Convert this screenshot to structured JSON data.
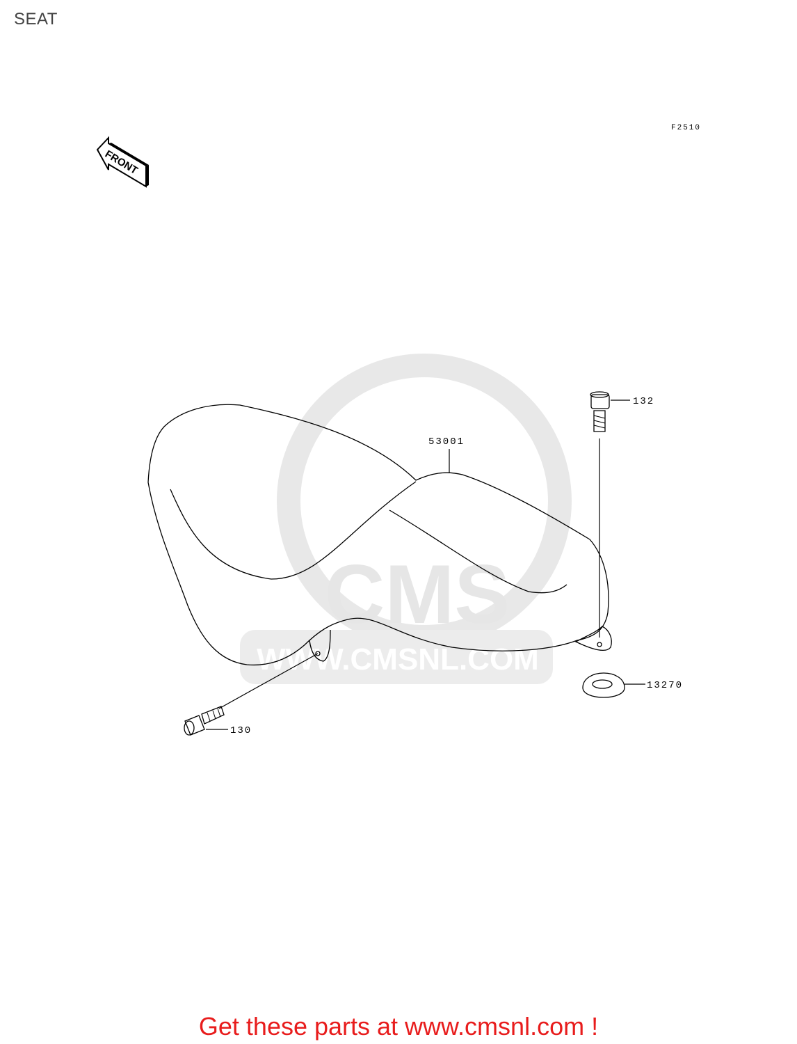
{
  "page": {
    "title": "SEAT"
  },
  "diagram": {
    "code": "F2510",
    "front_label": "FRONT",
    "parts": [
      {
        "id": "seat",
        "number": "53001"
      },
      {
        "id": "bolt-top",
        "number": "132"
      },
      {
        "id": "washer",
        "number": "13270"
      },
      {
        "id": "bolt-bottom",
        "number": "130"
      }
    ]
  },
  "watermark": {
    "logo_text": "CMS",
    "url_text": "WWW.CMSNL.COM"
  },
  "promo": {
    "text": "Get these parts at www.cmsnl.com !"
  },
  "colors": {
    "promo": "#e81c1c",
    "watermark": "#e6e6e6"
  }
}
